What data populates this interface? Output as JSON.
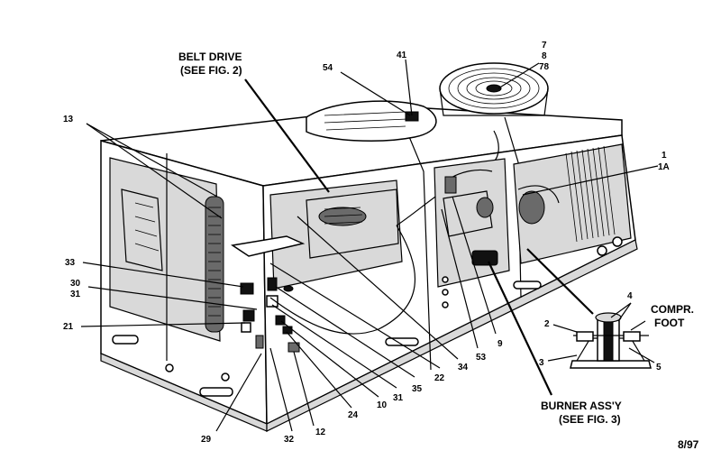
{
  "title_callouts": {
    "belt_drive": [
      "BELT DRIVE",
      "(SEE FIG. 2)"
    ],
    "burner": [
      "BURNER ASS'Y",
      "(SEE FIG. 3)"
    ],
    "compr_foot": [
      "COMPR.",
      "FOOT"
    ]
  },
  "part_labels": {
    "p54": "54",
    "p41": "41",
    "p7": "7",
    "p8": "8",
    "p78": "78",
    "p13": "13",
    "p1": "1",
    "p1a": "1A",
    "p33": "33",
    "p30": "30",
    "p31a": "31",
    "p21": "21",
    "p29": "29",
    "p32": "32",
    "p12": "12",
    "p24": "24",
    "p10": "10",
    "p31b": "31",
    "p35": "35",
    "p22": "22",
    "p34": "34",
    "p53": "53",
    "p9": "9",
    "p4": "4",
    "p2": "2",
    "p3": "3",
    "p5": "5"
  },
  "date_code": "8/97"
}
